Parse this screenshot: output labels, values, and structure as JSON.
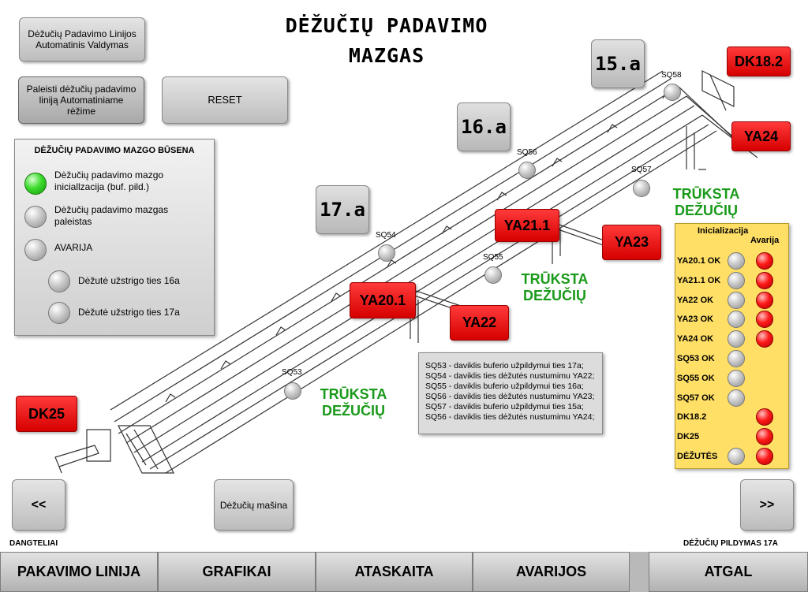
{
  "title_line1": "DĖŽUČIŲ PADAVIMO",
  "title_line2": "MAZGAS",
  "buttons": {
    "auto_control": "Dėžučių Padavimo Linijos Automatinis Valdymas",
    "start_auto": "Paleisti dėžučių padavimo liniją Automatiniame rėžime",
    "reset": "RESET",
    "prev": "<<",
    "next": ">>",
    "box_machine": "Dėžučių mašina"
  },
  "status_panel": {
    "header": "DĖŽUČIŲ PADAVIMO MAZGO BŪSENA",
    "items": [
      {
        "label": "Dėžučių padavimo mazgo iniciallzacija (buf. pild.)",
        "state": "on"
      },
      {
        "label": "Dėžučių padavimo mazgas paleistas",
        "state": "off"
      },
      {
        "label": "AVARIJA",
        "state": "off"
      },
      {
        "label": "Dėžutė užstrigo ties 16a",
        "state": "off"
      },
      {
        "label": "Dėžutė užstrigo ties 17a",
        "state": "off"
      }
    ]
  },
  "stations": [
    "15.a",
    "16.a",
    "17.a"
  ],
  "actuators": {
    "dk18_2": "DK18.2",
    "ya24": "YA24",
    "ya21_1": "YA21.1",
    "ya23": "YA23",
    "ya20_1": "YA20.1",
    "ya22": "YA22",
    "dk25": "DK25"
  },
  "sensors": {
    "sq58": "SQ58",
    "sq56": "SQ56",
    "sq57": "SQ57",
    "sq54": "SQ54",
    "sq55": "SQ55",
    "sq53": "SQ53"
  },
  "missing_boxes_line1": "TRŪKSTA",
  "missing_boxes_line2": "DEŽUČIŲ",
  "legend_lines": [
    "SQ53 - daviklis buferio užpildymui ties 17a;",
    "SQ54 - daviklis ties dėžutės nustumimu YA22;",
    "SQ55 - daviklis buferio užpildymui ties 16a;",
    "SQ56 - daviklis ties dėžutės nustumimu YA23;",
    "SQ57 - daviklis buferio užpildymui ties 15a;",
    "SQ56 - daviklis ties dėžutės nustumimu YA24;"
  ],
  "init_panel": {
    "header_init": "Inicializacija",
    "header_alarm": "Avarija",
    "rows": [
      {
        "label": "YA20.1 OK",
        "init": true,
        "alarm": true
      },
      {
        "label": "YA21.1 OK",
        "init": true,
        "alarm": true
      },
      {
        "label": "YA22 OK",
        "init": true,
        "alarm": true
      },
      {
        "label": "YA23 OK",
        "init": true,
        "alarm": true
      },
      {
        "label": "YA24 OK",
        "init": true,
        "alarm": true
      },
      {
        "label": "SQ53 OK",
        "init": true,
        "alarm": false
      },
      {
        "label": "SQ55 OK",
        "init": true,
        "alarm": false
      },
      {
        "label": "SQ57 OK",
        "init": true,
        "alarm": false
      },
      {
        "label": "DK18.2",
        "init": false,
        "alarm": true
      },
      {
        "label": "DK25",
        "init": false,
        "alarm": true
      },
      {
        "label": "DĖŽUTĖS",
        "init": true,
        "alarm": true
      }
    ]
  },
  "captions": {
    "left": "DANGTELIAI",
    "right": "DĖŽUČIŲ PILDYMAS 17A"
  },
  "nav": [
    "PAKAVIMO LINIJA",
    "GRAFIKAI",
    "ATASKAITA",
    "AVARIJOS",
    "ATGAL"
  ],
  "colors": {
    "alarm_red": "#ff1a1a",
    "ok_green": "#3fdc2f",
    "missing_green": "#1a9a1a",
    "init_panel_bg": "#ffdf66"
  }
}
